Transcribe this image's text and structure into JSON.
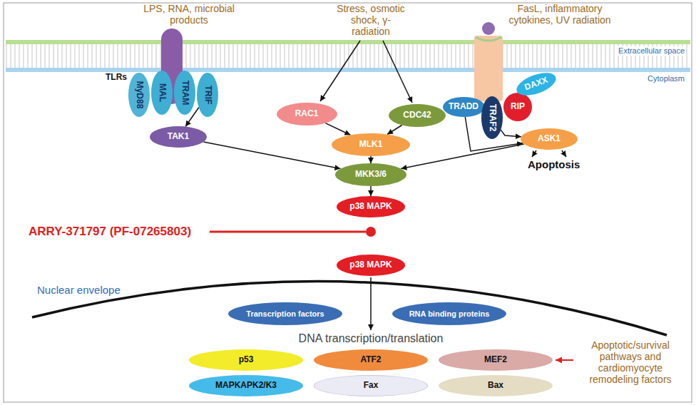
{
  "diagram": {
    "nodes": [
      {
        "text": [
          "TLRs"
        ]
      },
      {
        "text": [
          "MyD88"
        ]
      },
      {
        "text": [
          "MAL"
        ]
      },
      {
        "text": [
          "TRAM"
        ]
      },
      {
        "text": [
          "TRIF"
        ]
      },
      {
        "text": [
          "TAK1"
        ]
      },
      {
        "text": [
          "RAC1"
        ]
      },
      {
        "text": [
          "CDC42"
        ]
      },
      {
        "text": [
          "MLK1"
        ]
      },
      {
        "text": [
          "TRADD"
        ]
      },
      {
        "text": [
          "TRAF2"
        ]
      },
      {
        "text": [
          "RIP"
        ]
      },
      {
        "text": [
          "DAXX"
        ]
      },
      {
        "text": [
          "ASK1"
        ]
      },
      {
        "text": [
          "MKK3/6"
        ]
      },
      {
        "text": [
          "p38 MAPK"
        ]
      },
      {
        "text": [
          "p38 MAPK"
        ]
      },
      {
        "text": [
          "Transcription factors"
        ]
      },
      {
        "text": [
          "RNA binding proteins"
        ]
      },
      {
        "text": [
          "p53"
        ]
      },
      {
        "text": [
          "ATF2"
        ]
      },
      {
        "text": [
          "MEF2"
        ]
      },
      {
        "text": [
          "MAPKAPK2/K3"
        ]
      },
      {
        "text": [
          "Fax"
        ]
      },
      {
        "text": [
          "Bax"
        ]
      }
    ],
    "edges": [
      {
        "from": 4,
        "to": 5,
        "arrow": "to"
      },
      {
        "from": 5,
        "to": 14,
        "arrow": "to"
      },
      {
        "from": 6,
        "to": 8,
        "arrow": "to"
      },
      {
        "from": 7,
        "to": 8,
        "arrow": "to"
      },
      {
        "from": 8,
        "to": 14,
        "arrow": "to"
      },
      {
        "from": 9,
        "to": 13,
        "arrow": "to"
      },
      {
        "from": 10,
        "to": 13,
        "arrow": "to"
      },
      {
        "from": 13,
        "to": 14,
        "arrow": "to"
      },
      {
        "from": 14,
        "to": 15,
        "arrow": "to"
      }
    ],
    "labels": [
      "LPS, RNA, microbial products",
      "Stress, osmotic shock, γ-radiation",
      "FasL, inflammatory cytokines, UV radiation",
      "Extracellular space",
      "Cytoplasm",
      "Apoptosis",
      "ARRY-371797 (PF-07265803)",
      "Nuclear envelope",
      "DNA transcription/translation",
      "Apoptotic/survival pathways and cardiomyocyte remodeling factors"
    ]
  }
}
